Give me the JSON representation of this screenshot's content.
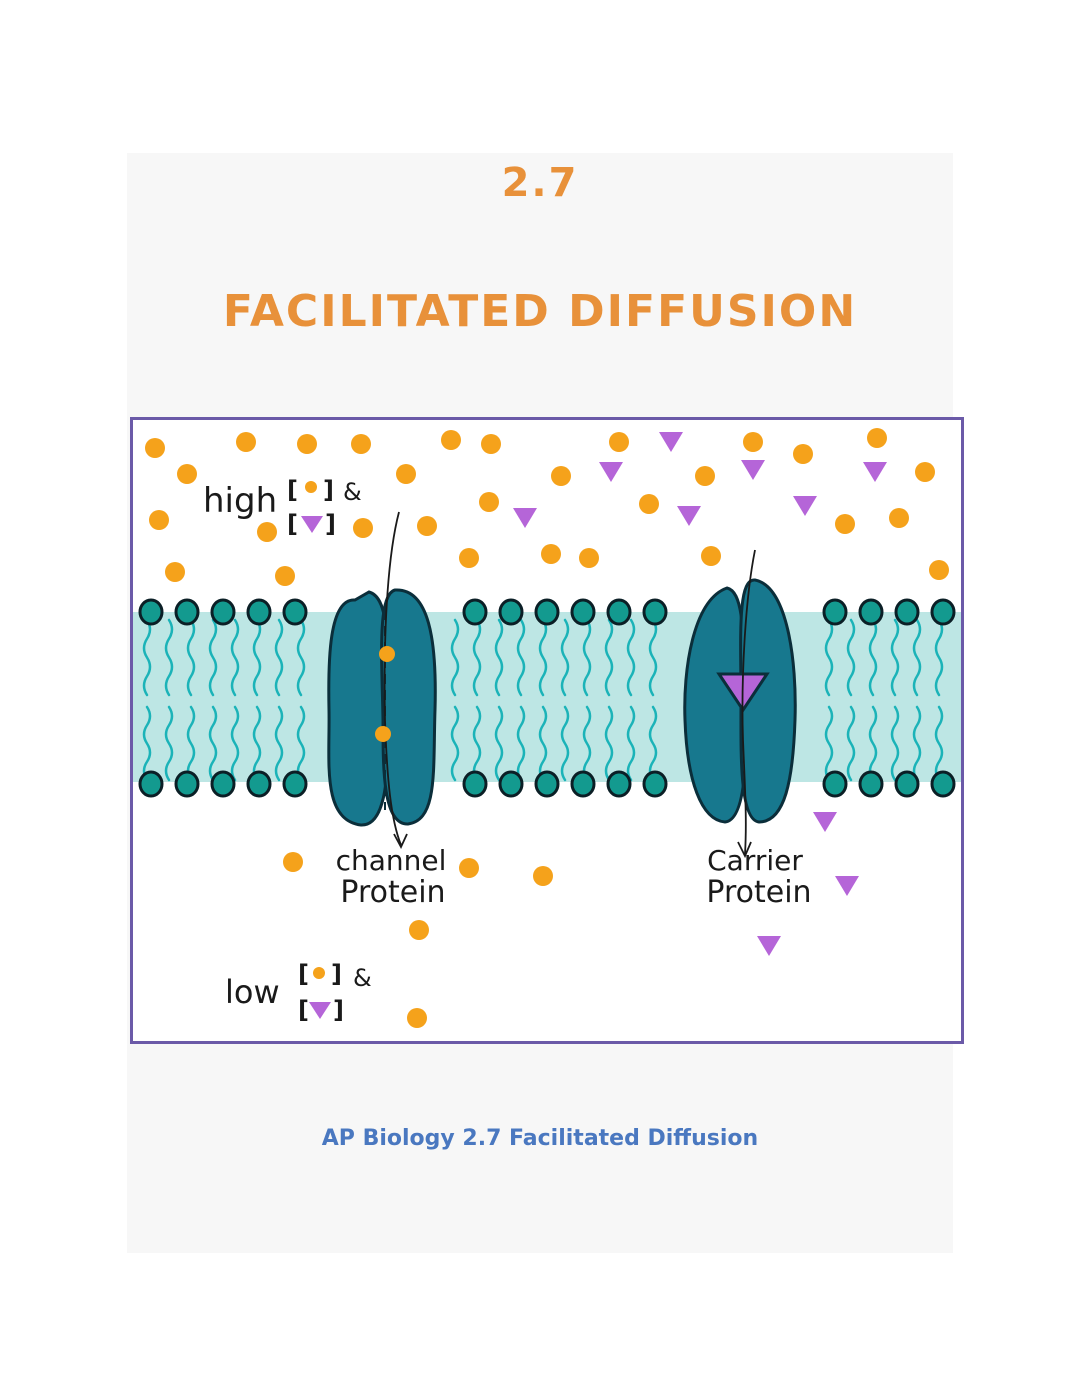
{
  "header": {
    "section_number": "2.7",
    "title": "FACILITATED DIFFUSION"
  },
  "diagram": {
    "labels": {
      "high": "high",
      "low": "low",
      "channel_line1": "channel",
      "channel_line2": "Protein",
      "carrier_line1": "Carrier",
      "carrier_line2": "Protein",
      "bracket_open": "[",
      "bracket_close": "]",
      "ampersand": "&"
    }
  },
  "caption": "AP Biology 2.7 Facilitated Diffusion",
  "colors": {
    "title_orange": "#e8913a",
    "caption_blue": "#4a78c0",
    "frame_purple": "#6b5aa8",
    "molecule_orange": "#f5a21b",
    "molecule_purple": "#b565d8",
    "protein_teal": "#17788e",
    "membrane_fill": "#bde6e4",
    "head_teal": "#139a8f",
    "tail_cyan": "#1bb3b8"
  }
}
